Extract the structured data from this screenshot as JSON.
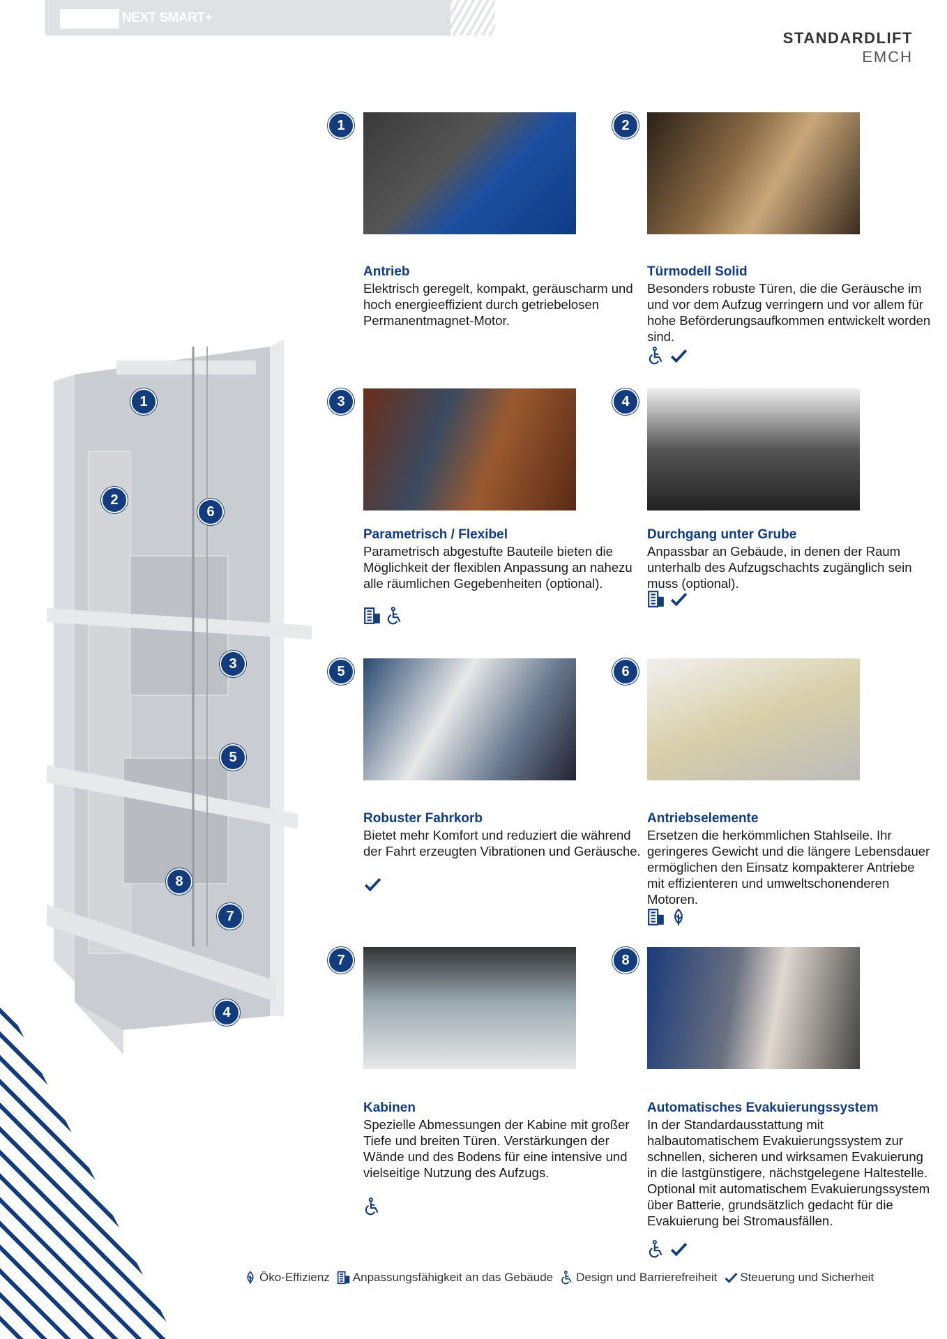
{
  "header": {
    "product": "NEXT SMART+",
    "brand_line1": "STANDARDLIFT",
    "brand_line2": "EMCH"
  },
  "markers": [
    "1",
    "2",
    "6",
    "3",
    "5",
    "8",
    "7",
    "4"
  ],
  "items": [
    {
      "num": "1",
      "title": "Antrieb",
      "text": "Elektrisch geregelt, kompakt, geräuscharm und hoch energieeffizient durch getriebelosen Permanentmagnet-Motor.",
      "icons": []
    },
    {
      "num": "2",
      "title": "Türmodell Solid",
      "text": "Besonders robuste Türen, die die Geräusche im und vor dem Aufzug verringern und vor allem für hohe Beförderungsaufkommen entwickelt worden sind.",
      "icons": [
        "wheelchair-icon",
        "check-icon"
      ]
    },
    {
      "num": "3",
      "title": "Parametrisch / Flexibel",
      "text": "Parametrisch abgestufte Bauteile bieten die Möglichkeit der flexiblen Anpassung an nahezu alle räumlichen Gegebenheiten (optional).",
      "icons": [
        "building-icon",
        "wheelchair-icon"
      ]
    },
    {
      "num": "4",
      "title": "Durchgang unter Grube",
      "text": "Anpassbar an Gebäude, in denen der Raum unterhalb des Aufzugschachts zugänglich sein muss (optional).",
      "icons": [
        "building-icon",
        "check-icon"
      ]
    },
    {
      "num": "5",
      "title": "Robuster Fahrkorb",
      "text": "Bietet mehr Komfort und reduziert die während der Fahrt erzeugten Vibrationen und Geräusche.",
      "icons": [
        "check-icon"
      ]
    },
    {
      "num": "6",
      "title": "Antriebselemente",
      "text": "Ersetzen die herkömmlichen Stahlseile. Ihr geringeres Gewicht und die längere Lebensdauer ermöglichen den Einsatz kompakterer Antriebe mit effizienteren und umweltschonenderen Motoren.",
      "icons": [
        "building-icon",
        "leaf-icon"
      ]
    },
    {
      "num": "7",
      "title": "Kabinen",
      "text": "Spezielle Abmessungen der Kabine mit großer Tiefe und breiten Türen. Verstärkungen der Wände und des Bodens für eine intensive und vielseitige Nutzung des Aufzugs.",
      "icons": [
        "wheelchair-icon"
      ]
    },
    {
      "num": "8",
      "title": "Automatisches Evakuierungssystem",
      "text": "In der Standardausstattung mit halbautomatischem Evakuierungssystem zur schnellen, sicheren und wirksamen Evakuierung in die lastgünstigere, nächstgelegene Haltestelle. Optional mit automatischem Evakuierungssystem über Batterie, grundsätzlich gedacht für die Evakuierung bei Stromausfällen.",
      "icons": [
        "wheelchair-icon",
        "check-icon"
      ]
    }
  ],
  "legend": [
    {
      "icon": "leaf-icon",
      "label": "Öko-Effizienz"
    },
    {
      "icon": "building-icon",
      "label": "Anpassungsfähigkeit an das Gebäude"
    },
    {
      "icon": "wheelchair-icon",
      "label": "Design und Barrierefreiheit"
    },
    {
      "icon": "check-icon",
      "label": "Steuerung und Sicherheit"
    }
  ],
  "colors": {
    "accent": "#123c7e",
    "title": "#0e3b8a"
  }
}
